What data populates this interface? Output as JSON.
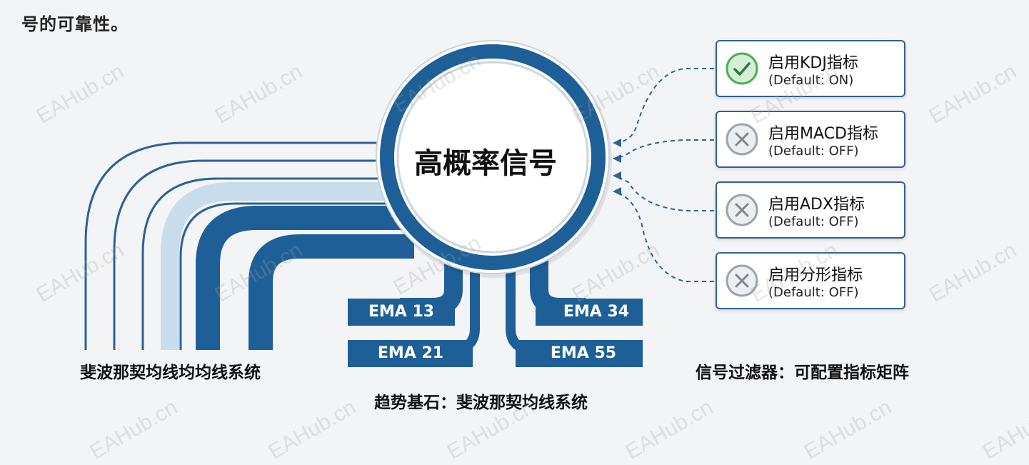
{
  "header": {
    "text": "号的可靠性。"
  },
  "center": {
    "label": "高概率信号"
  },
  "ema_labels": [
    "EMA 13",
    "EMA 21",
    "EMA 34",
    "EMA 55"
  ],
  "captions": {
    "left": "斐波那契均线均均线系统",
    "bottom": "趋势基石：斐波那契均线系统",
    "right": "信号过滤器：可配置指标矩阵"
  },
  "filters": [
    {
      "title": "启用KDJ指标",
      "default": "(Default: ON)",
      "state": "on"
    },
    {
      "title": "启用MACD指标",
      "default": "(Default: OFF)",
      "state": "off"
    },
    {
      "title": "启用ADX指标",
      "default": "(Default: OFF)",
      "state": "off"
    },
    {
      "title": "启用分形指标",
      "default": "(Default: OFF)",
      "state": "off"
    }
  ],
  "watermark": "EAHub.cn",
  "colors": {
    "primary_blue": "#1f5f98",
    "light_blue": "#c9dcec",
    "on_green": "#4caf50",
    "off_gray": "#9aa3ad"
  }
}
